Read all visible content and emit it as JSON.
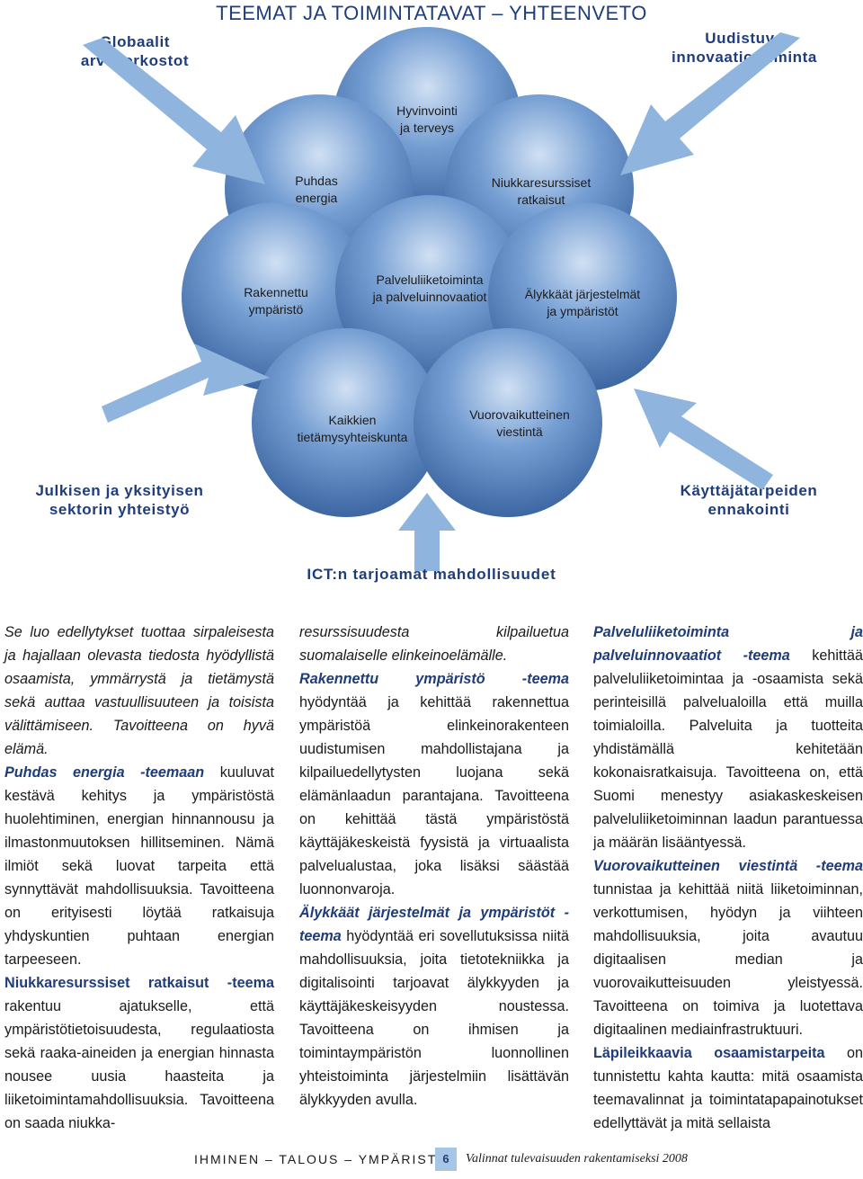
{
  "title": "TEEMAT JA TOIMINTATAVAT – YHTEENVETO",
  "corners": {
    "top_left": [
      "Globaalit",
      "arvoverkostot"
    ],
    "top_right": [
      "Uudistuva",
      "innovaatiotoiminta"
    ],
    "mid_left": [
      "Julkisen ja yksityisen",
      "sektorin yhteistyö"
    ],
    "mid_right": [
      "Käyttäjätarpeiden",
      "ennakointi"
    ]
  },
  "bubbles": {
    "hyvinvointi": [
      "Hyvinvointi",
      "ja terveys"
    ],
    "puhdas_energia": [
      "Puhdas",
      "energia"
    ],
    "niukkaresurssiset": [
      "Niukkaresurssiset",
      "ratkaisut"
    ],
    "rakennettu": [
      "Rakennettu",
      "ympäristö"
    ],
    "palvelu": [
      "Palveluliiketoiminta",
      "ja palveluinnovaatiot"
    ],
    "alykkaat": [
      "Älykkäät järjestelmät",
      "ja ympäristöt"
    ],
    "tietamys": [
      "Kaikkien",
      "tietämysyhteiskunta"
    ],
    "vuorovaikutteinen": [
      "Vuorovaikutteinen",
      "viestintä"
    ]
  },
  "ict_label": "ICT:n tarjoamat mahdollisuudet",
  "columns": {
    "c1": {
      "p1": "Se luo edellytykset tuottaa sirpaleisesta ja hajallaan olevasta tiedosta hyödyllistä osaamista, ymmärrystä ja tietämystä sekä auttaa vastuullisuuteen ja toisista välittämiseen. Tavoitteena on hyvä elämä.",
      "p2_h": "Puhdas energia -teemaan",
      "p2": " kuuluvat kestävä kehitys ja ympäristöstä huolehtiminen, energian hinnannousu ja ilmastonmuutoksen hillitseminen. Nämä ilmiöt sekä luovat tarpeita että synnyttävät mahdollisuuksia. Tavoitteena on erityisesti löytää ratkaisuja yhdyskuntien puhtaan energian tarpeeseen.",
      "p3_h": "Niukkaresurssiset ratkaisut -teema",
      "p3": " rakentuu ajatukselle, että ympäristötietoisuudesta, regulaatiosta sekä raaka-aineiden ja energian hinnasta nousee uusia haasteita ja liiketoimintamahdollisuuksia. Tavoitteena on saada niukka-"
    },
    "c2": {
      "p1": "resurssisuudesta kilpailuetua suomalaiselle elinkeinoelämälle.",
      "p2_h": "Rakennettu ympäristö -teema",
      "p2": " hyödyntää ja kehittää rakennettua ympäristöä elinkeinorakenteen uudistumisen mahdollistajana ja kilpailuedellytysten luojana sekä elämänlaadun parantajana. Tavoitteena on kehittää tästä ympäristöstä käyttäjäkeskeistä fyysistä ja virtuaalista palvelualustaa, joka lisäksi säästää luonnonvaroja.",
      "p3_h": "Älykkäät järjestelmät ja ympäristöt -teema",
      "p3": " hyödyntää eri sovellutuksissa niitä mahdollisuuksia, joita tietotekniikka ja digitalisointi tarjoavat älykkyyden ja käyttäjäkeskeisyyden noustessa. Tavoitteena on ihmisen ja toimintaympäristön luonnollinen yhteistoiminta järjestelmiin lisättävän älykkyyden avulla."
    },
    "c3": {
      "p1_h": "Palveluliiketoiminta ja palveluinnovaatiot -teema",
      "p1": " kehittää palveluliiketoimintaa ja -osaamista sekä perinteisillä palvelualoilla että muilla toimialoilla. Palveluita ja tuotteita yhdistämällä kehitetään kokonaisratkaisuja. Tavoitteena on, että Suomi menestyy asiakaskeskeisen palveluliiketoiminnan laadun parantuessa ja määrän lisääntyessä.",
      "p2_h": "Vuorovaikutteinen viestintä -teema",
      "p2": " tunnistaa ja kehittää niitä liiketoiminnan, verkottumisen, hyödyn ja viihteen mahdollisuuksia, joita avautuu digitaalisen median ja vuorovaikutteisuuden yleistyessä. Tavoitteena on toimiva ja luotettava digitaalinen mediainfrastruktuuri.",
      "p3_h": "Läpileikkaavia osaamistarpeita",
      "p3": " on tunnistettu kahta kautta: mitä osaamista teemavalinnat ja toimintatapapainotukset edellyttävät ja mitä sellaista"
    }
  },
  "footer": {
    "left": "IHMINEN – TALOUS – YMPÄRISTÖ",
    "page": "6",
    "right": "Valinnat tulevaisuuden rakentamiseksi 2008"
  },
  "colors": {
    "accent": "#1f3d7a",
    "arrow": "#8fb4de",
    "bubble_dark": "#1e4f95",
    "bubble_light": "#bcd3ee"
  }
}
